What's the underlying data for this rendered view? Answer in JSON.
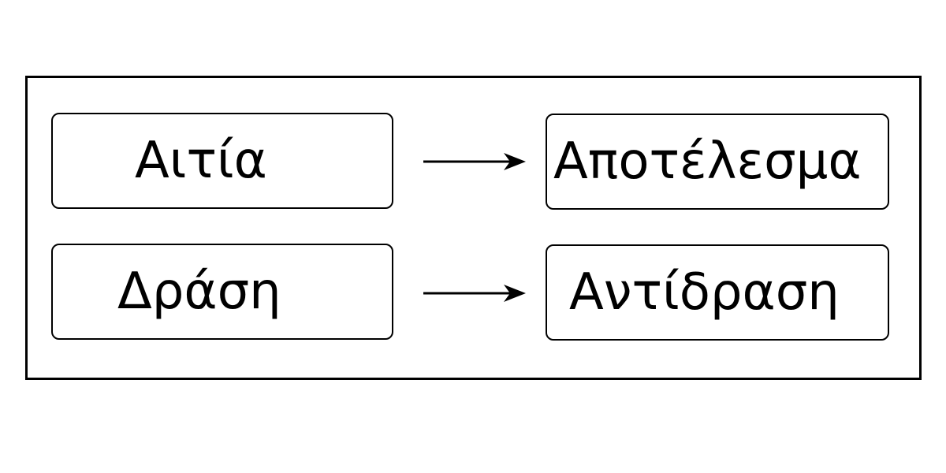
{
  "diagram": {
    "rows": [
      {
        "left": "Αιτία",
        "right": "Αποτέλεσμα"
      },
      {
        "left": "Δράση",
        "right": "Αντίδραση"
      }
    ]
  },
  "colors": {
    "stroke": "#000000",
    "background": "#ffffff"
  },
  "icons": [
    "arrow-right-icon"
  ]
}
